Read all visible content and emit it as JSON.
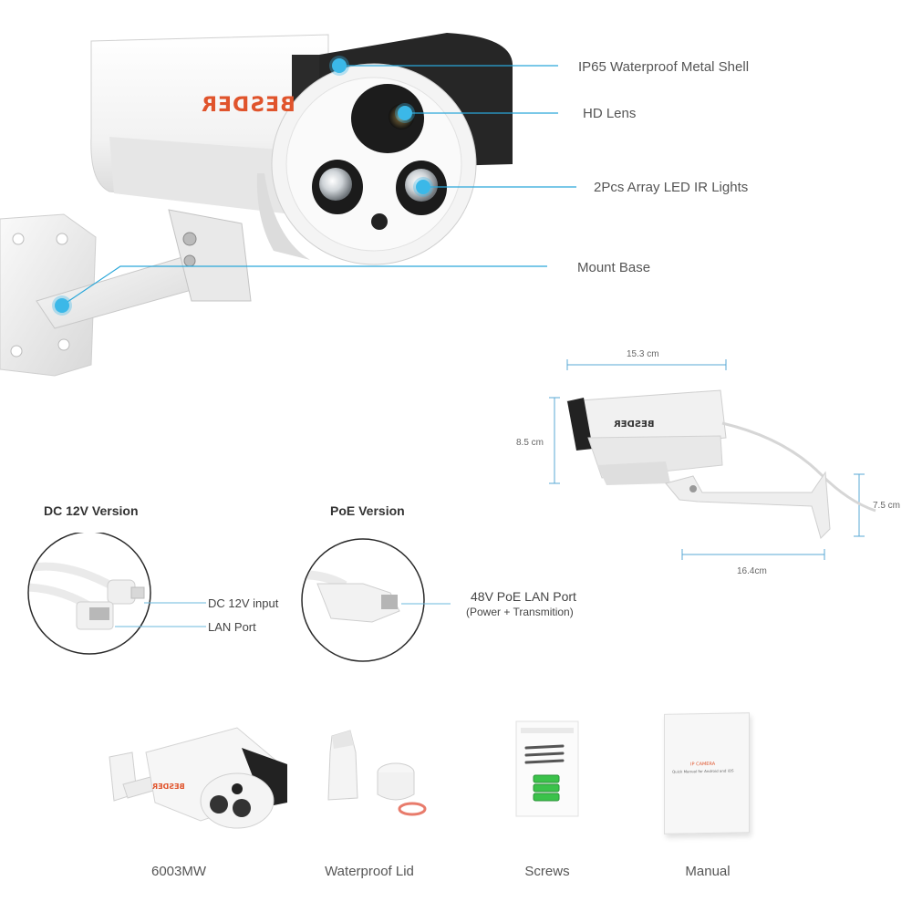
{
  "brand": {
    "logo_text": "BESDER",
    "accent": "#e0542c"
  },
  "colors": {
    "callout_line": "#2aa7d9",
    "callout_dot": "#3bb8e8",
    "body": "#ffffff",
    "shadow": "#222222"
  },
  "callouts": [
    {
      "id": "shell",
      "label": "IP65 Waterproof Metal Shell"
    },
    {
      "id": "lens",
      "label": "HD Lens"
    },
    {
      "id": "ir",
      "label": "2Pcs Array LED IR Lights"
    },
    {
      "id": "mount",
      "label": "Mount Base"
    }
  ],
  "dimensions": {
    "length_top": "15.3 cm",
    "height": "8.5 cm",
    "bracket_height": "7.5 cm",
    "length_bottom": "16.4cm"
  },
  "versions": {
    "dc": {
      "title": "DC 12V Version",
      "ports": [
        {
          "label": "DC 12V input"
        },
        {
          "label": "LAN Port"
        }
      ]
    },
    "poe": {
      "title": "PoE Version",
      "ports": [
        {
          "label": "48V PoE LAN Port"
        },
        {
          "label": "(Power + Transmition)"
        }
      ]
    }
  },
  "package": [
    {
      "id": "camera",
      "label": "6003MW"
    },
    {
      "id": "lid",
      "label": "Waterproof Lid"
    },
    {
      "id": "screws",
      "label": "Screws"
    },
    {
      "id": "manual",
      "label": "Manual"
    }
  ],
  "manual_cover": {
    "title": "IP CAMERA",
    "subtitle": "Quick Manual for Android and iOS"
  },
  "icons": [
    "callout-dot-icon",
    "camera-illustration",
    "cable-connector-illustration",
    "screw-pack-illustration",
    "manual-booklet-illustration"
  ]
}
